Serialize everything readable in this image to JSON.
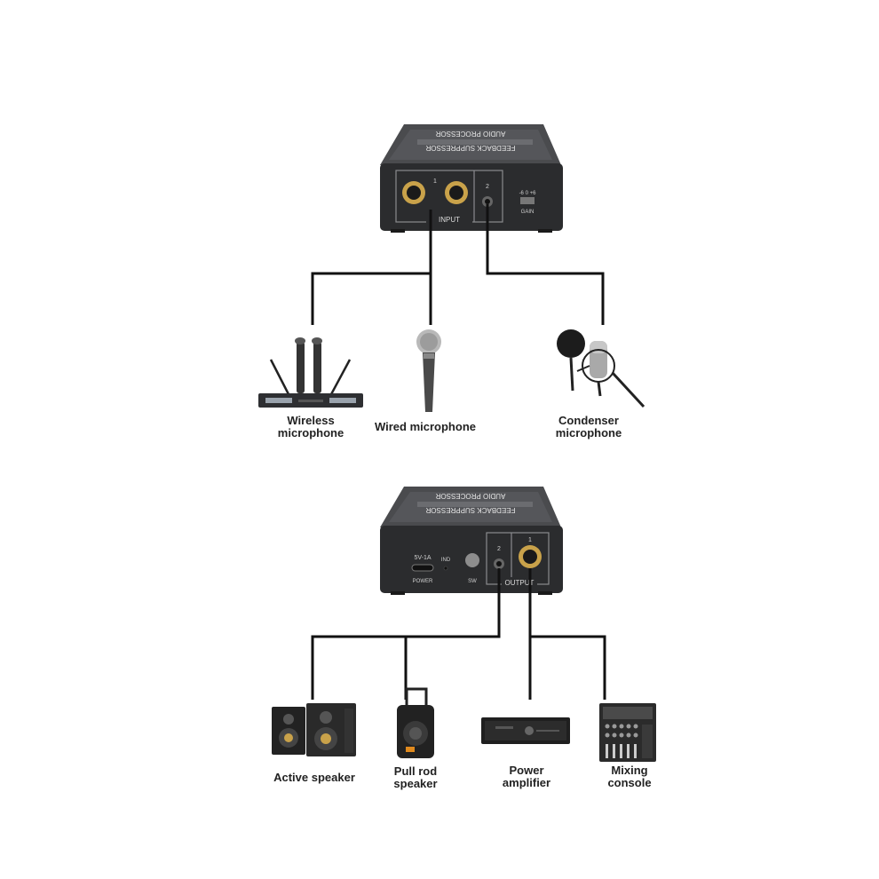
{
  "input_unit": {
    "top_label_line1": "AUDIO PROCESSOR",
    "top_label_line2": "FEEDBACK SUPPRESSOR",
    "channel_1": "1",
    "channel_2": "2",
    "panel_label": "INPUT",
    "gain_scale": "-6 0 +6",
    "gain_label": "GAIN"
  },
  "output_unit": {
    "top_label_line1": "AUDIO PROCESSOR",
    "top_label_line2": "FEEDBACK SUPPRESSOR",
    "power_rating": "5V-1A",
    "power_label": "POWER",
    "ind_label": "IND",
    "sw_label": "SW",
    "channel_2": "2",
    "channel_1": "1",
    "panel_label": "OUTPUT"
  },
  "input_devices": [
    {
      "name": "wireless-microphone",
      "label": "Wireless\nmicrophone"
    },
    {
      "name": "wired-microphone",
      "label": "Wired microphone"
    },
    {
      "name": "condenser-microphone",
      "label": "Condenser\nmicrophone"
    }
  ],
  "output_devices": [
    {
      "name": "active-speaker",
      "label": "Active speaker"
    },
    {
      "name": "pull-rod-speaker",
      "label": "Pull rod\nspeaker"
    },
    {
      "name": "power-amplifier",
      "label": "Power\namplifier"
    },
    {
      "name": "mixing-console",
      "label": "Mixing\nconsole"
    }
  ],
  "colors": {
    "device_body": "#2b2c2e",
    "device_top": "#4a4b4e",
    "jack_gold": "#c9a24a",
    "cable": "#111111"
  }
}
